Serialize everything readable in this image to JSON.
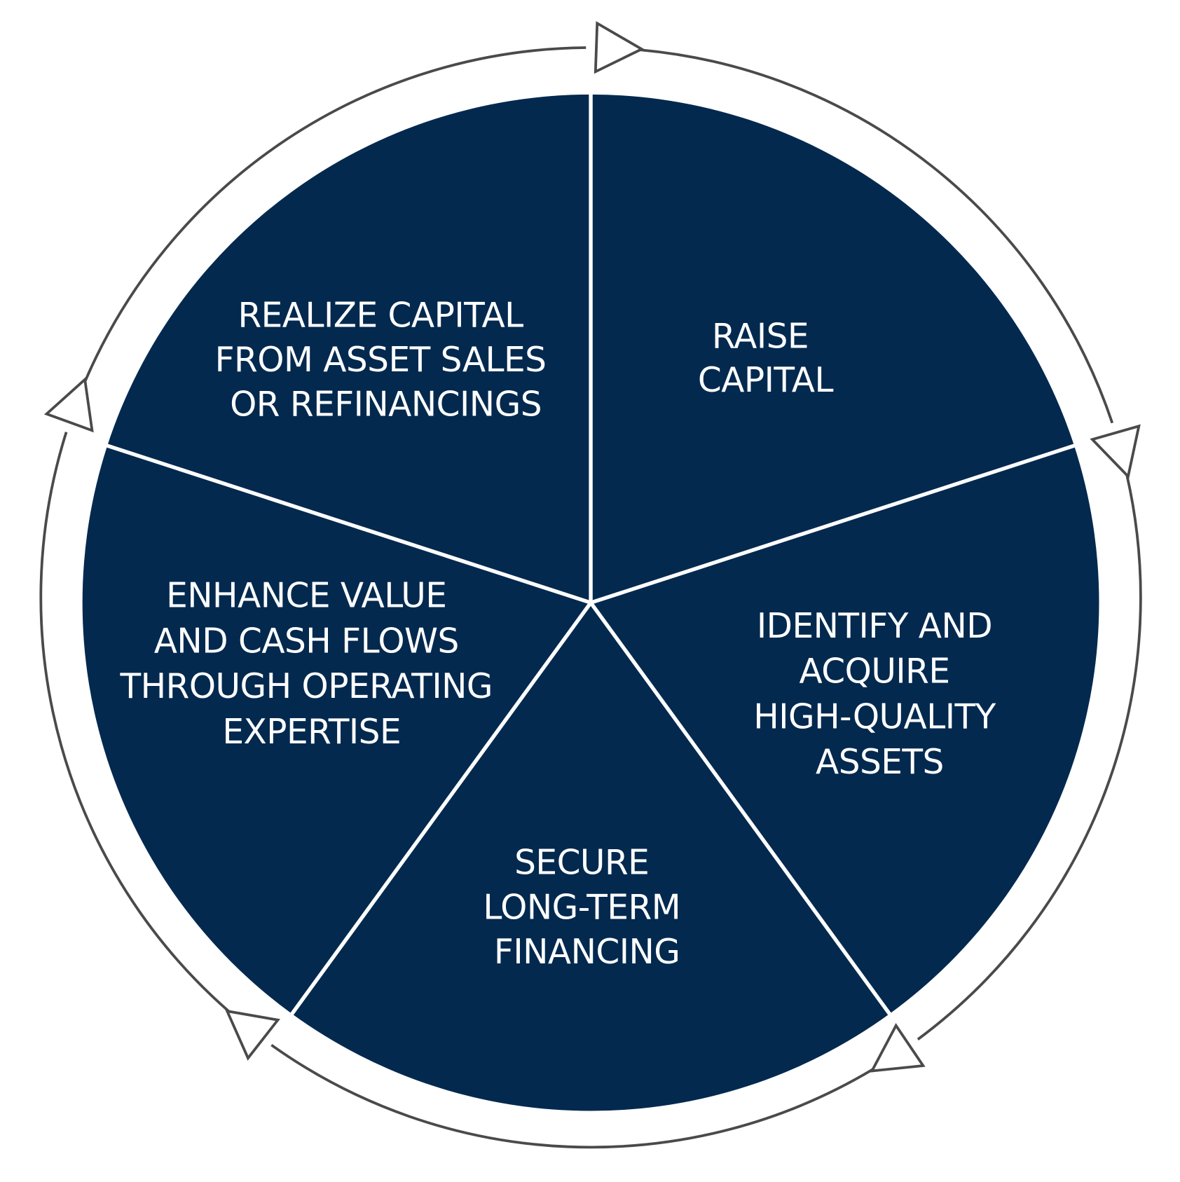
{
  "diagram": {
    "type": "cycle-wheel",
    "segments": [
      {
        "id": "raise-capital",
        "lines": [
          "RAISE",
          "CAPITAL"
        ]
      },
      {
        "id": "identify-acquire",
        "lines": [
          "IDENTIFY AND",
          "ACQUIRE",
          "HIGH-QUALITY",
          "ASSETS"
        ]
      },
      {
        "id": "secure-financing",
        "lines": [
          "SECURE",
          "LONG-TERM",
          "FINANCING"
        ]
      },
      {
        "id": "enhance-value",
        "lines": [
          "ENHANCE VALUE",
          "AND CASH FLOWS",
          "THROUGH OPERATING",
          "EXPERTISE"
        ]
      },
      {
        "id": "realize-capital",
        "lines": [
          "REALIZE CAPITAL",
          "FROM ASSET SALES",
          "OR REFINANCINGS"
        ]
      }
    ],
    "flow_direction": "clockwise",
    "colors": {
      "segment_fill": "#03294F",
      "divider": "#ffffff",
      "ring": "#4a4a4a",
      "text": "#ffffff",
      "background": "#ffffff"
    }
  }
}
